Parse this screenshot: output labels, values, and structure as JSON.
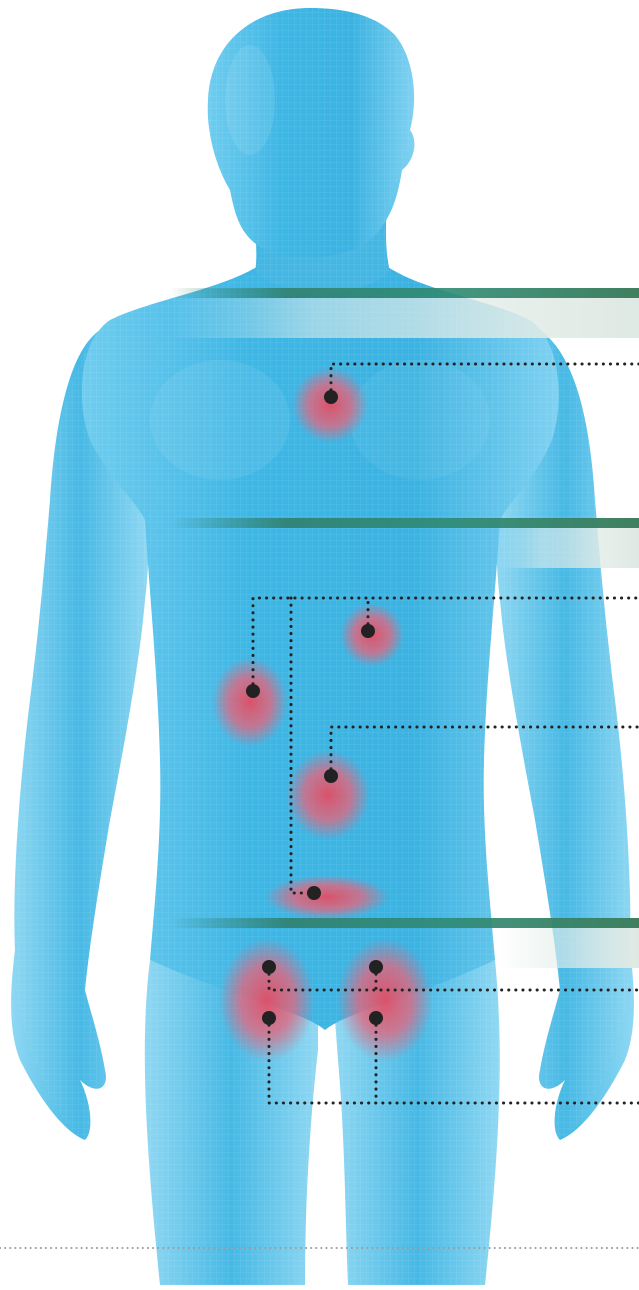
{
  "figure": {
    "subject": "",
    "colors": {
      "body_fill": "#3db7e6",
      "body_light": "#8fd8f3",
      "body_dark": "#1d8fc4",
      "hotspot": "#e8556b",
      "marker": "#222222",
      "band_dark": "#2f7d66",
      "band_light": "#dfe9e4",
      "leader_line": "#222222",
      "bottom_rule": "#9a9a9a"
    }
  },
  "sections": [
    {
      "id": "chest",
      "label": ""
    },
    {
      "id": "abdomen",
      "label": ""
    },
    {
      "id": "groin",
      "label": ""
    }
  ],
  "markers": [
    {
      "id": "chest-center",
      "label": ""
    },
    {
      "id": "upper-abdomen",
      "label": ""
    },
    {
      "id": "right-flank",
      "label": ""
    },
    {
      "id": "mid-abdomen",
      "label": ""
    },
    {
      "id": "lower-abdomen",
      "label": ""
    },
    {
      "id": "groin-left-upper",
      "label": ""
    },
    {
      "id": "groin-right-upper",
      "label": ""
    },
    {
      "id": "groin-left-lower",
      "label": ""
    },
    {
      "id": "groin-right-lower",
      "label": ""
    }
  ],
  "leaders": [
    {
      "id": "chest-leader",
      "label": ""
    },
    {
      "id": "abdomen-upper-leader",
      "label": ""
    },
    {
      "id": "abdomen-mid-leader",
      "label": ""
    },
    {
      "id": "groin-upper-leader",
      "label": ""
    },
    {
      "id": "groin-lower-leader",
      "label": ""
    }
  ]
}
